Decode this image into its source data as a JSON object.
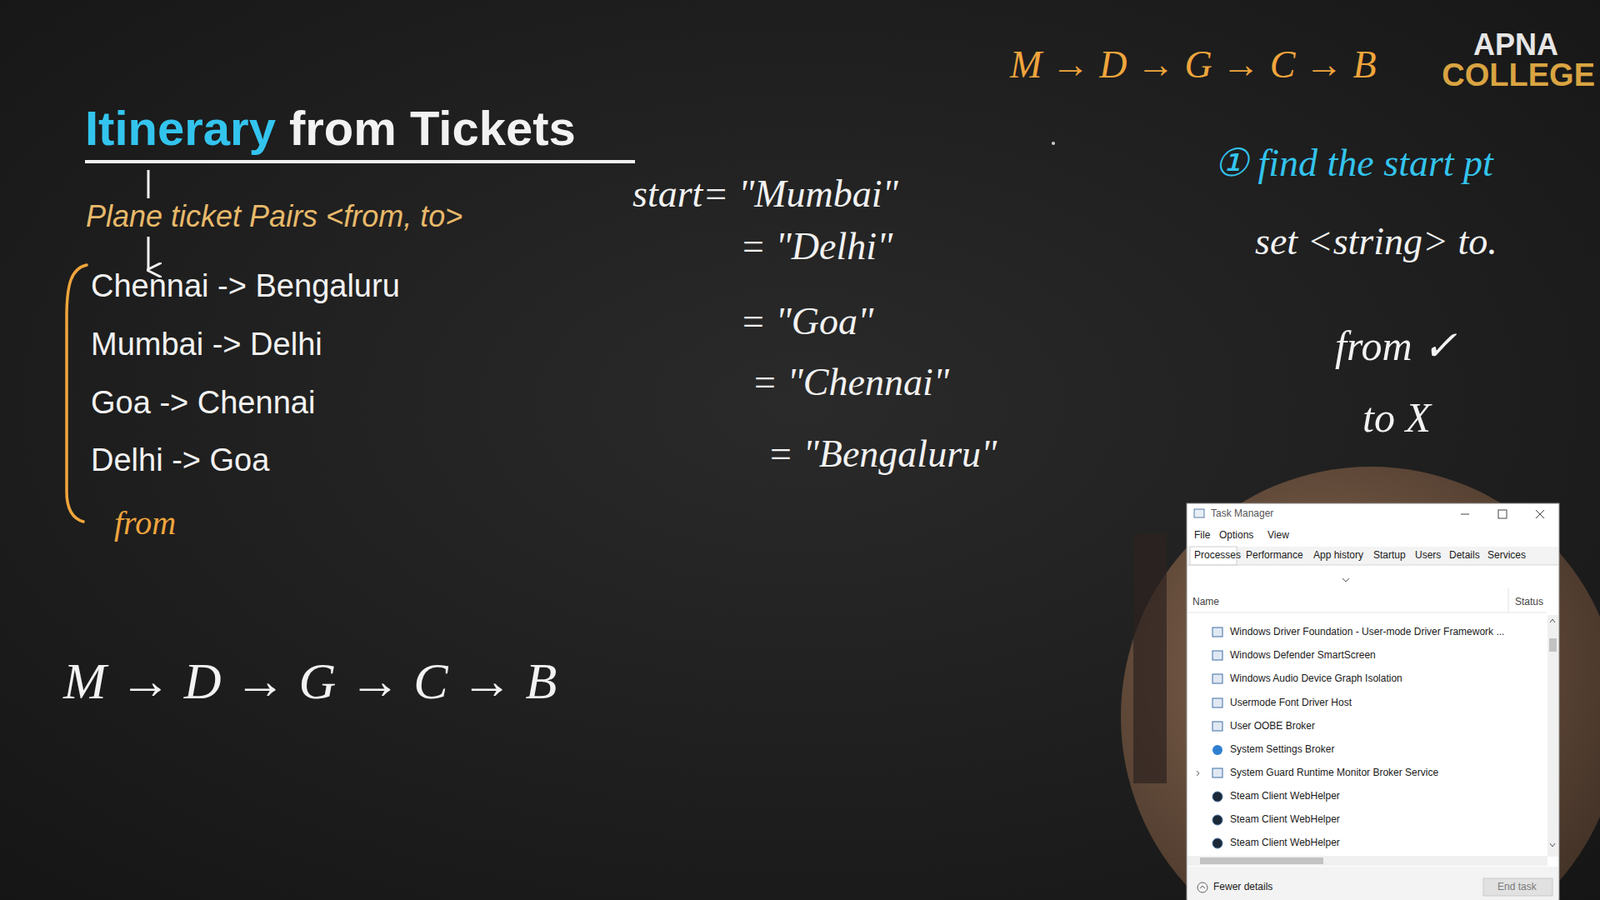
{
  "diagram": {
    "labels": [
      "Itinerary",
      "from Tickets",
      "Plane ticket Pairs <from, to>",
      "Chennai -> Bengaluru",
      "Mumbai -> Delhi",
      "Goa -> Chennai",
      "Delhi -> Goa",
      "from",
      "M → D → G → C → B",
      "start= \"Mumbai\"",
      "= \"Delhi\"",
      "= \"Goa\"",
      "= \"Chennai\"",
      "= \"Bengaluru\"",
      "M → D → G → C → B",
      "APNA",
      "COLLEGE",
      "① find the start pt",
      "set <string> to.",
      "from ✓",
      "to X",
      "Task Manager",
      "File",
      "Options",
      "View",
      "Processes",
      "Performance",
      "App history",
      "Startup",
      "Users",
      "Details",
      "Services",
      "Name",
      "Status",
      "Windows Driver Foundation - User-mode Driver Framework ...",
      "Windows Defender SmartScreen",
      "Windows Audio Device Graph Isolation",
      "Usermode Font Driver Host",
      "User OOBE Broker",
      "System Settings Broker",
      "System Guard Runtime Monitor Broker Service",
      "Steam Client WebHelper",
      "Steam Client WebHelper",
      "Steam Client WebHelper",
      "Fewer details",
      "End task"
    ]
  }
}
